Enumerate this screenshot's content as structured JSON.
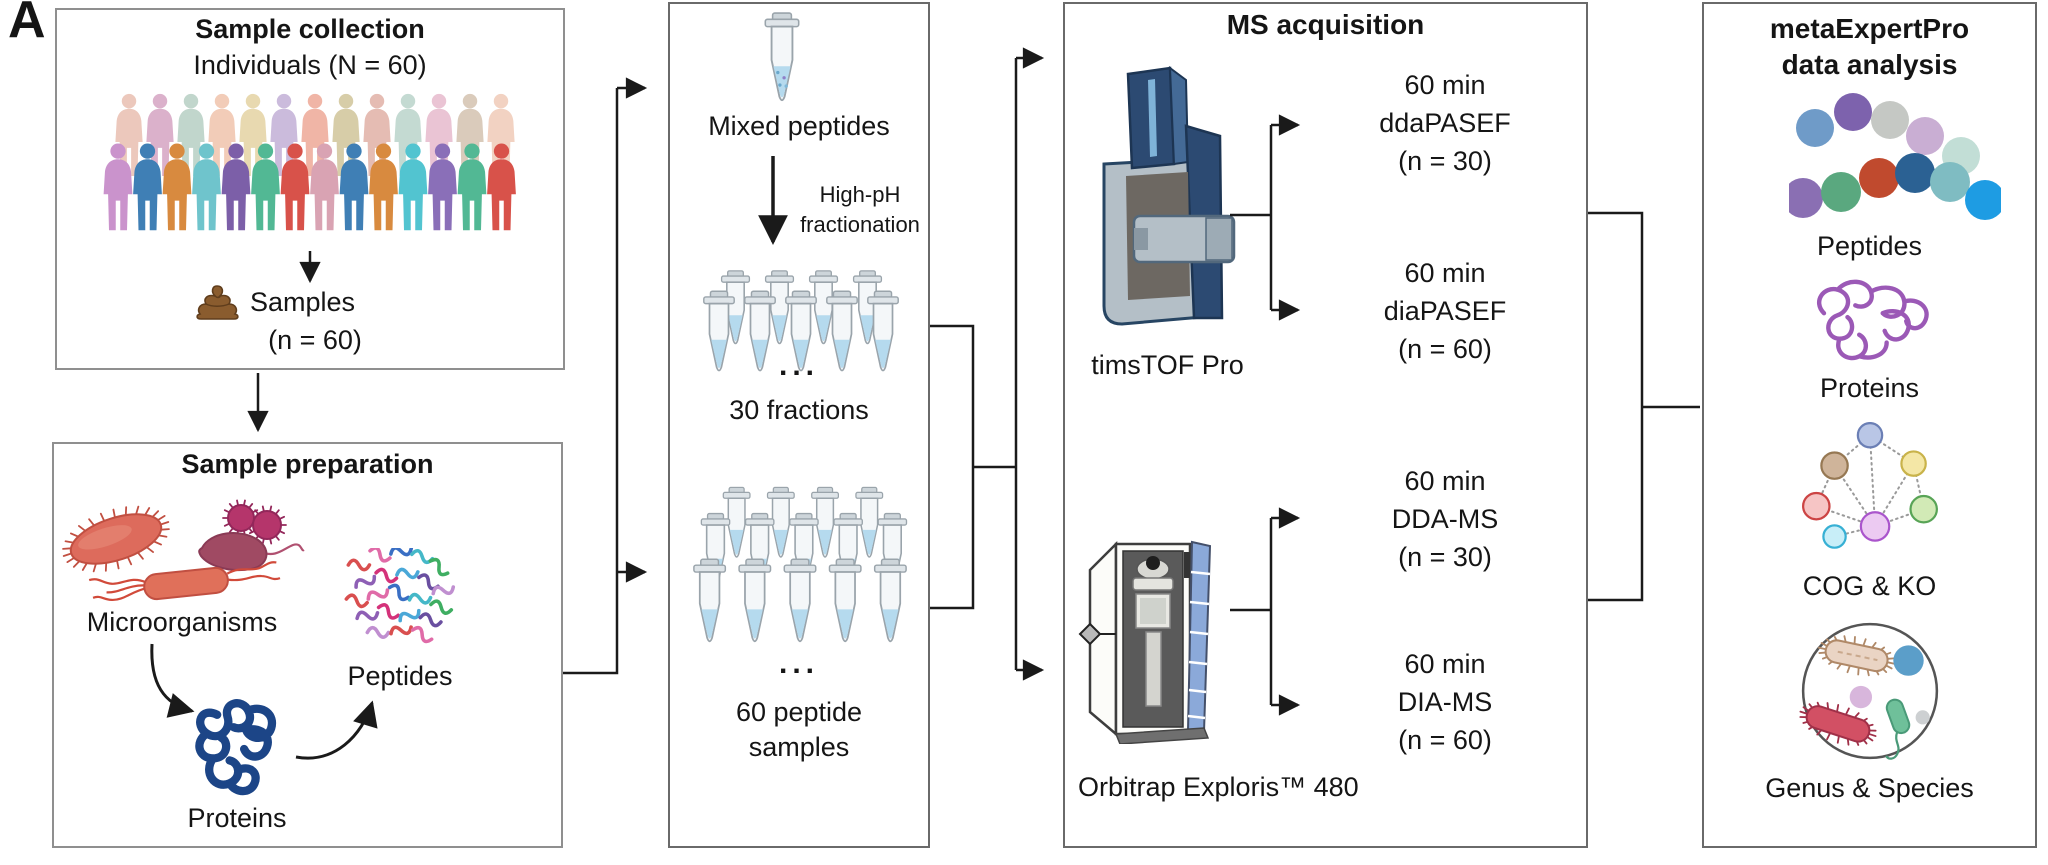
{
  "figure_label": "A",
  "colors": {
    "connector": "#1a1a1a",
    "box_border": "#8f8f8f",
    "panel_border": "#6a6a6a",
    "tube_liquid": "#b5daee",
    "protein_tangle_blue": "#1c4587",
    "protein_tangle_purple": "#9b59b6",
    "sample_icon_brown": "#8a5c2e",
    "tims_navy": "#2c4a72",
    "tims_gray": "#b4bfc7",
    "orbitrap_strip_blue": "#8ba9d9"
  },
  "palettes": {
    "crowd_back": [
      "#ecc8bc",
      "#dbb1cb",
      "#c1d6cc",
      "#f2ccb8",
      "#e8d9b0",
      "#cbbbdc",
      "#f0b5a6",
      "#d7cda8",
      "#e5bcb3",
      "#c4dad2",
      "#eac4d4",
      "#dacbbb",
      "#f2d2c2"
    ],
    "crowd_front": [
      "#ca93cc",
      "#3f7fb5",
      "#d88a3f",
      "#6fc4cc",
      "#7c5fa8",
      "#52b894",
      "#d8524a",
      "#d9a3b3",
      "#3f7fb5",
      "#d88a3f",
      "#52c4d0",
      "#8a6fb8",
      "#52b894",
      "#d8524a"
    ],
    "peptide_squiggles": [
      "#d94f4f",
      "#e06ba8",
      "#3a6fc4",
      "#45b8c8",
      "#3fae62",
      "#8e5fb5",
      "#d4327a",
      "#4aa8d8",
      "#6a4fa0",
      "#c08fd0"
    ],
    "analysis_dots_row1": [
      "#6f9bc8",
      "#7d62ad",
      "#c5c8c4",
      "#c9aed3",
      "#c2ded6"
    ],
    "analysis_dots_row2": [
      "#8a6fb3",
      "#5aa87f",
      "#c04a2e",
      "#2b6193",
      "#7fbcc2",
      "#1e9ce3"
    ]
  },
  "sample_collection": {
    "title": "Sample collection",
    "individuals_label": "Individuals (N = 60)",
    "samples_label": "Samples",
    "samples_count": "(n = 60)"
  },
  "sample_preparation": {
    "title": "Sample preparation",
    "microorganisms_label": "Microorganisms",
    "proteins_label": "Proteins",
    "peptides_label": "Peptides"
  },
  "fractionation": {
    "mixed_peptides_label": "Mixed peptides",
    "high_ph_line1": "High-pH",
    "high_ph_line2": "fractionation",
    "ellipsis": "...",
    "fractions_label": "30 fractions",
    "samples_line1": "60 peptide",
    "samples_line2": "samples"
  },
  "ms_acquisition": {
    "title": "MS acquisition",
    "tims": {
      "label": "timsTOF Pro",
      "methods": [
        {
          "line1": "60 min",
          "line2": "ddaPASEF",
          "line3": "(n = 30)"
        },
        {
          "line1": "60 min",
          "line2": "diaPASEF",
          "line3": "(n = 60)"
        }
      ]
    },
    "orbitrap": {
      "label": "Orbitrap Exploris™ 480",
      "methods": [
        {
          "line1": "60 min",
          "line2": "DDA-MS",
          "line3": "(n = 30)"
        },
        {
          "line1": "60 min",
          "line2": "DIA-MS",
          "line3": "(n = 60)"
        }
      ]
    }
  },
  "data_analysis": {
    "title_line1": "metaExpertPro",
    "title_line2": "data analysis",
    "peptides_label": "Peptides",
    "proteins_label": "Proteins",
    "cog_label": "COG & KO",
    "genus_label": "Genus & Species"
  }
}
